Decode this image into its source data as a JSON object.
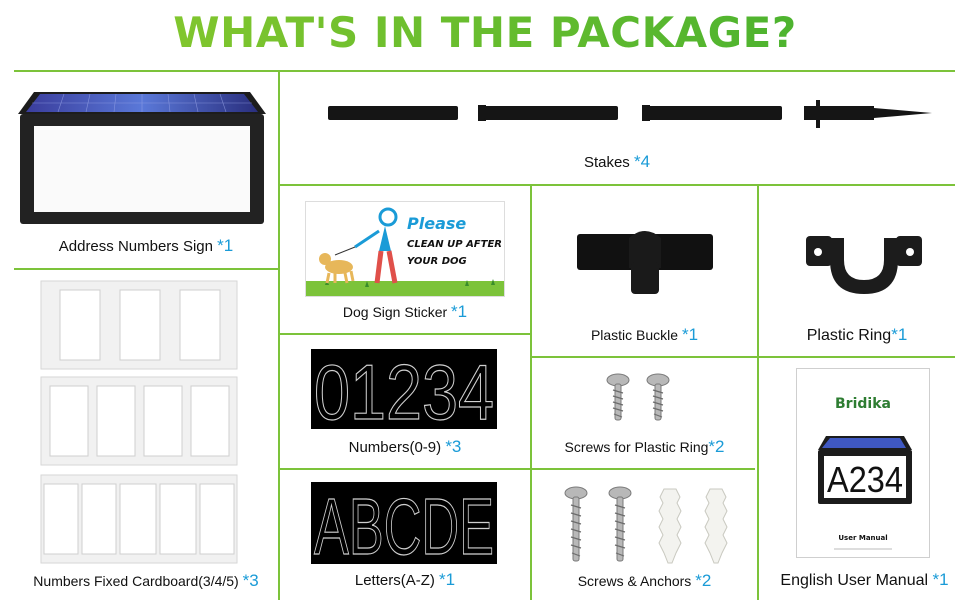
{
  "title": "WHAT'S IN THE PACKAGE?",
  "colors": {
    "accent_green": "#6cc02f",
    "divider_green": "#7cc33a",
    "qty_blue": "#1a9bd7"
  },
  "items": {
    "address_sign": {
      "label": "Address Numbers Sign",
      "qty": "*1"
    },
    "stakes": {
      "label": "Stakes",
      "qty": "*4"
    },
    "dog_sticker": {
      "label": "Dog Sign Sticker",
      "qty": "*1",
      "sticker": {
        "line1": "Please",
        "line2": "CLEAN UP AFTER",
        "line3": "YOUR DOG"
      }
    },
    "plastic_buckle": {
      "label": "Plastic Buckle",
      "qty": "*1"
    },
    "plastic_ring": {
      "label": "Plastic Ring",
      "qty": "*1"
    },
    "cardboard": {
      "label": "Numbers Fixed Cardboard(3/4/5)",
      "qty": "*3"
    },
    "numbers": {
      "label": "Numbers(0-9)",
      "qty": "*3",
      "digits": "01234"
    },
    "screws_ring": {
      "label": "Screws for Plastic Ring",
      "qty": "*2"
    },
    "letters": {
      "label": "Letters(A-Z)",
      "qty": "*1",
      "letters": "ABCDE"
    },
    "screws_anchors": {
      "label": "Screws & Anchors",
      "qty": "*2"
    },
    "manual": {
      "label": "English User Manual",
      "qty": "*1",
      "brand": "Bridika",
      "sample_number": "A234",
      "cover_title": "User Manual"
    }
  }
}
